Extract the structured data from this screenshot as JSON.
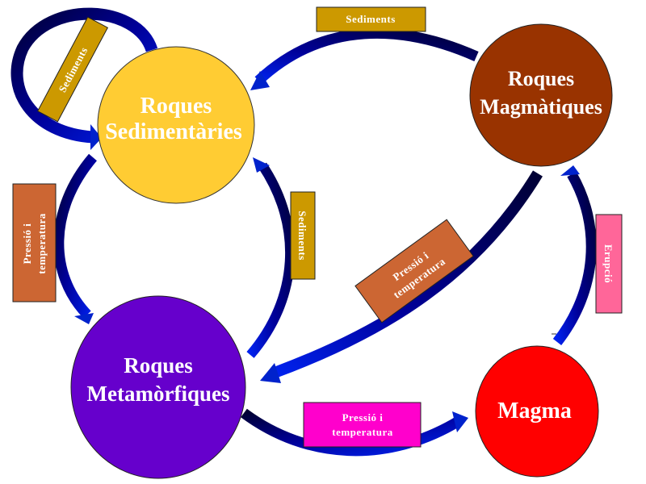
{
  "diagram": {
    "type": "rock-cycle",
    "nodes": [
      {
        "id": "sedimentaries",
        "lines": [
          "Roques",
          "Sedimentàries"
        ],
        "color": "#FFCC33"
      },
      {
        "id": "magmatiques",
        "lines": [
          "Roques",
          "Magmàtiques"
        ],
        "color": "#993300"
      },
      {
        "id": "metamorfiques",
        "lines": [
          "Roques",
          "Metamòrfiques"
        ],
        "color": "#6600CC"
      },
      {
        "id": "magma",
        "lines": [
          "Magma"
        ],
        "color": "#FF0000"
      }
    ],
    "edges": [
      {
        "id": "sed-loop",
        "from": "sedimentaries",
        "to": "sedimentaries",
        "label": [
          "Sediments"
        ],
        "label_color": "#CC9900"
      },
      {
        "id": "mag-to-sed",
        "from": "magmatiques",
        "to": "sedimentaries",
        "label": [
          "Sediments"
        ],
        "label_color": "#CC9900"
      },
      {
        "id": "sed-to-met",
        "from": "sedimentaries",
        "to": "metamorfiques",
        "label": [
          "Pressió i",
          "temperatura"
        ],
        "label_color": "#CC6633"
      },
      {
        "id": "met-to-sed",
        "from": "metamorfiques",
        "to": "sedimentaries",
        "label": [
          "Sediments"
        ],
        "label_color": "#CC9900"
      },
      {
        "id": "mag-to-met",
        "from": "magmatiques",
        "to": "metamorfiques",
        "label": [
          "Pressió i",
          "temperatura"
        ],
        "label_color": "#CC6633"
      },
      {
        "id": "met-to-magma",
        "from": "metamorfiques",
        "to": "magma",
        "label": [
          "Pressió i",
          "temperatura"
        ],
        "label_color": "#FF00CC"
      },
      {
        "id": "magma-to-mag",
        "from": "magma",
        "to": "magmatiques",
        "label": [
          "Erupció"
        ],
        "label_color": "#FF6699"
      }
    ],
    "arrow_colors": {
      "dark": "#000033",
      "mid": "#000099",
      "light": "#0033FF"
    }
  }
}
